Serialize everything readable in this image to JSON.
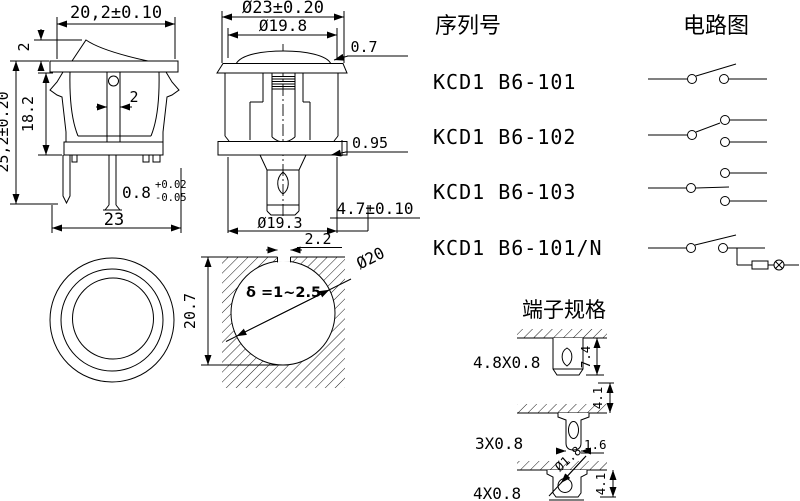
{
  "page": {
    "bg": "#ffffff",
    "line_color": "#000000"
  },
  "front_view": {
    "width": "20,2±0.10",
    "rocker_height": "2",
    "actuator_width": "2",
    "body_height": "18.2",
    "total_height": "25,2±0.20",
    "pin_thickness": "0.8",
    "pin_tol_up": "+0.02",
    "pin_tol_low": "-0.05",
    "base_width": "23"
  },
  "side_view": {
    "bezel_dia": "Ø23±0.20",
    "rocker_dia": "Ø19.8",
    "lip": "0.7",
    "flange": "0.95",
    "boss": "4.7±0.10",
    "body_dia": "Ø19.3"
  },
  "cutout": {
    "notch": "2.2",
    "height": "20.7",
    "dia": "Ø20",
    "thickness": "δ =1~2.5"
  },
  "serial_column": {
    "title": "序列号",
    "models": [
      "KCD1 B6-101",
      "KCD1 B6-102",
      "KCD1 B6-103",
      "KCD1 B6-101/N"
    ]
  },
  "circuit_column": {
    "title": "电路图"
  },
  "terminal_section": {
    "title": "端子规格",
    "t1": {
      "label": "4.8X0.8",
      "depth": "7.4"
    },
    "t2": {
      "label": "3X0.8",
      "above": "4.1",
      "width": "1.6"
    },
    "t3": {
      "label": "4X0.8",
      "hole": "Ø1.8",
      "above": "4.1"
    }
  }
}
